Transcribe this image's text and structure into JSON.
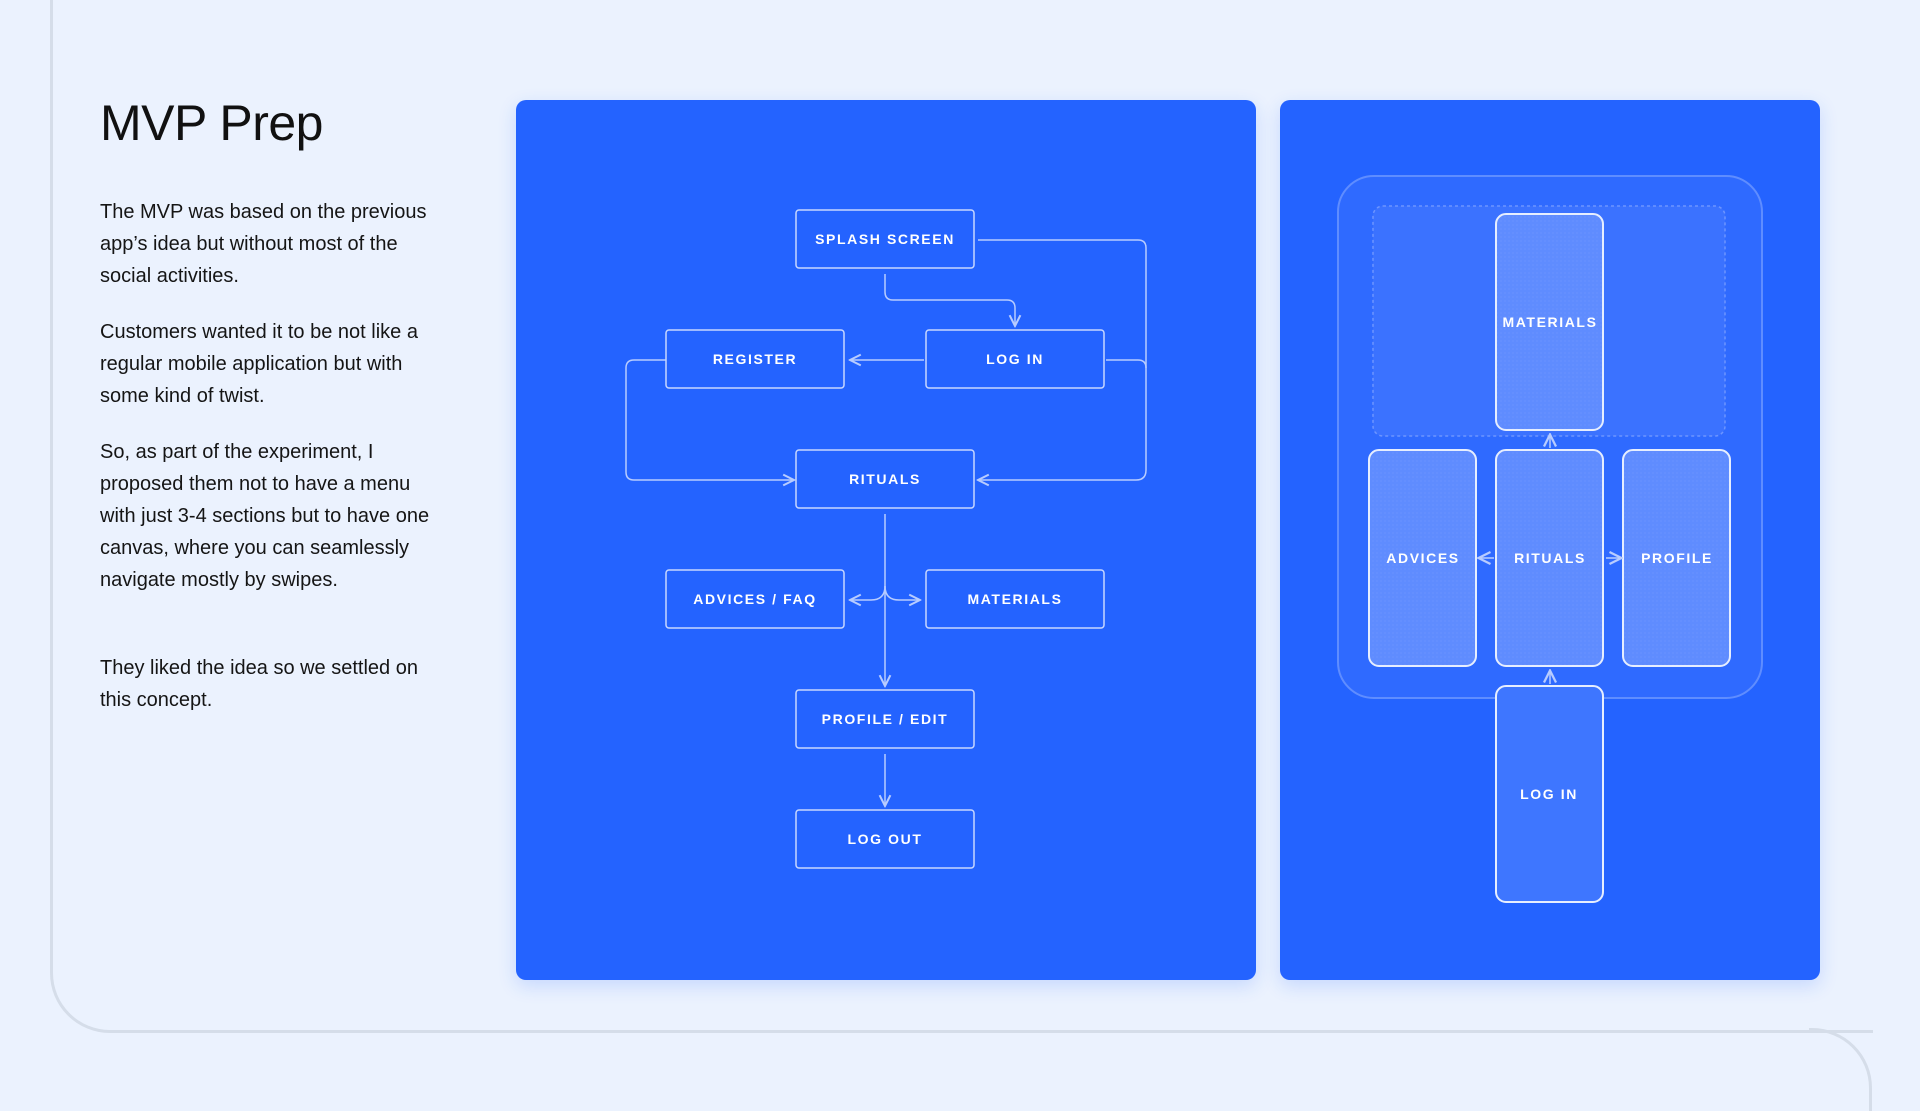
{
  "title": "MVP Prep",
  "paragraphs": [
    "The MVP was based on the previous app’s idea but without most of the social activities.",
    "Customers wanted it to be not like a regular mobile application but with some kind of twist.",
    "So, as part of the experiment, I proposed them not to have a menu with just 3-4 sections but to have one canvas, where you can seamlessly navigate mostly by swipes.",
    "They liked the idea so we settled on this concept."
  ],
  "flowchart": {
    "nodes": {
      "splash": "SPLASH SCREEN",
      "register": "REGISTER",
      "login": "LOG IN",
      "rituals": "RITUALS",
      "advices_faq": "ADVICES / FAQ",
      "materials": "MATERIALS",
      "profile_edit": "PROFILE / EDIT",
      "logout": "LOG OUT"
    }
  },
  "canvas_map": {
    "screens": {
      "materials": "MATERIALS",
      "advices": "ADVICES",
      "rituals": "RITUALS",
      "profile": "PROFILE",
      "login": "LOG IN"
    }
  },
  "colors": {
    "background": "#ebf2fe",
    "panel": "#2463ff",
    "line": "#b8ccff"
  }
}
